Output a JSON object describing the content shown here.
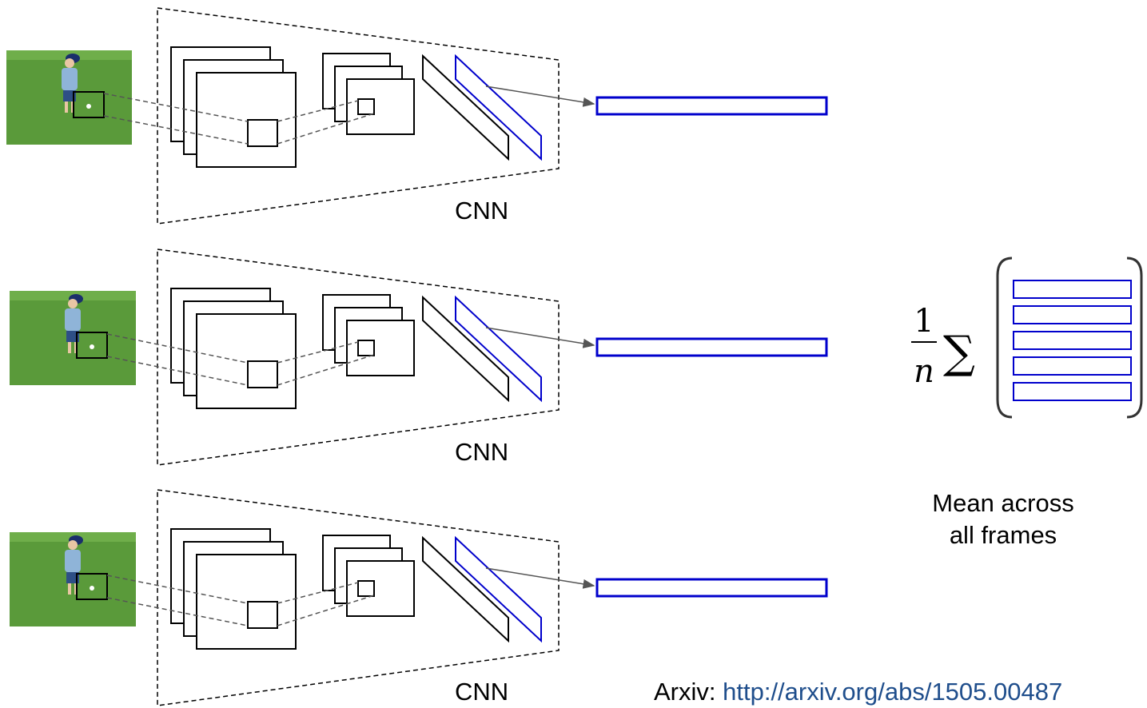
{
  "rows": [
    {
      "label": "CNN"
    },
    {
      "label": "CNN"
    },
    {
      "label": "CNN"
    }
  ],
  "formula": {
    "numerator": "1",
    "denominator": "n",
    "operator": "∑"
  },
  "mean_caption": [
    "Mean across",
    "all frames"
  ],
  "citation": {
    "prefix": "Arxiv: ",
    "url": "http://arxiv.org/abs/1505.00487"
  },
  "colors": {
    "feature_blue": "#0000cc",
    "grass": "#5a9a3a",
    "link": "#1f4e8c"
  }
}
